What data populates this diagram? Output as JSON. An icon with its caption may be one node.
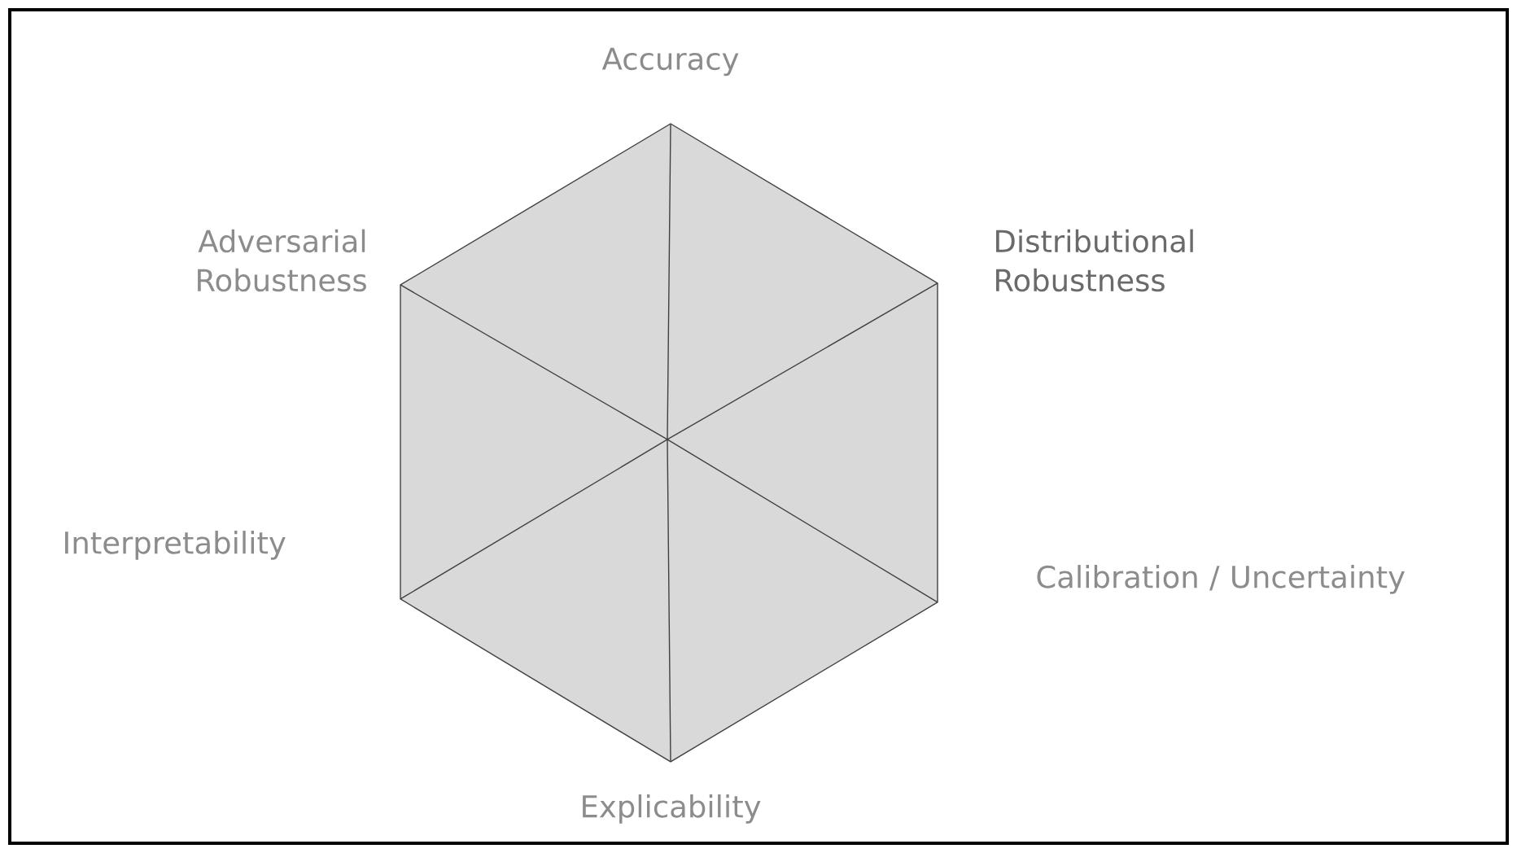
{
  "diagram": {
    "labels": [
      "Accuracy",
      "Adversarial Robustness",
      "Distributional Robustness",
      "Interpretability",
      "Calibration / Uncertainty",
      "Explicability"
    ]
  }
}
